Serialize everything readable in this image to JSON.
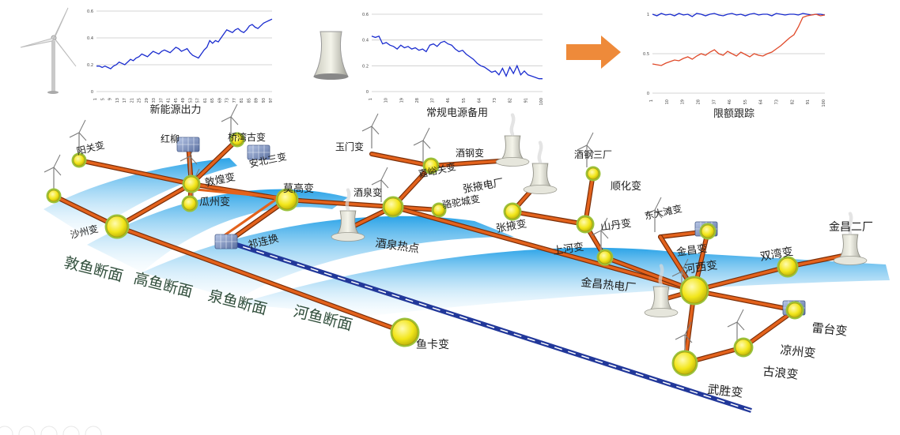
{
  "colors": {
    "line_blue": "#1a2ccf",
    "line_red": "#e04a2a",
    "arrow": "#ee8a3a",
    "tie_line": "#e3621c",
    "node": "#f2e61a",
    "node_ring": "#9bc23a",
    "section_band": "#2aa6e6",
    "rail_blue": "#22389a"
  },
  "charts": [
    {
      "title": "新能源出力",
      "chart_data": {
        "type": "line",
        "title": "新能源出力",
        "ylim": [
          0,
          0.6
        ],
        "yticks": [
          "0",
          "0.2",
          "0.4",
          "0.6"
        ],
        "xticks": [
          "1",
          "5",
          "9",
          "13",
          "17",
          "21",
          "25",
          "29",
          "33",
          "37",
          "41",
          "45",
          "49",
          "53",
          "57",
          "61",
          "65",
          "69",
          "73",
          "77",
          "81",
          "85",
          "89",
          "93",
          "97"
        ],
        "series": [
          {
            "values": [
              0.19,
              0.19,
              0.18,
              0.19,
              0.18,
              0.17,
              0.19,
              0.2,
              0.22,
              0.21,
              0.2,
              0.22,
              0.24,
              0.23,
              0.25,
              0.26,
              0.28,
              0.27,
              0.26,
              0.28,
              0.3,
              0.29,
              0.28,
              0.3,
              0.31,
              0.3,
              0.29,
              0.31,
              0.33,
              0.32,
              0.3,
              0.31,
              0.32,
              0.29,
              0.27,
              0.26,
              0.25,
              0.28,
              0.31,
              0.33,
              0.38,
              0.36,
              0.38,
              0.37,
              0.4,
              0.43,
              0.46,
              0.45,
              0.44,
              0.46,
              0.47,
              0.45,
              0.44,
              0.46,
              0.49,
              0.5,
              0.48,
              0.47,
              0.49,
              0.51,
              0.52,
              0.53,
              0.54
            ]
          }
        ]
      }
    },
    {
      "title": "常规电源备用",
      "chart_data": {
        "type": "line",
        "title": "常规电源备用",
        "ylim": [
          0,
          0.6
        ],
        "yticks": [
          "0",
          "0.2",
          "0.4",
          "0.6"
        ],
        "xticks": [
          "1",
          "10",
          "19",
          "28",
          "37",
          "46",
          "55",
          "64",
          "73",
          "82",
          "91",
          "100"
        ],
        "series": [
          {
            "values": [
              0.43,
              0.42,
              0.43,
              0.37,
              0.38,
              0.36,
              0.35,
              0.33,
              0.36,
              0.34,
              0.35,
              0.33,
              0.34,
              0.32,
              0.33,
              0.31,
              0.36,
              0.37,
              0.35,
              0.38,
              0.39,
              0.37,
              0.36,
              0.33,
              0.31,
              0.32,
              0.29,
              0.27,
              0.25,
              0.22,
              0.2,
              0.19,
              0.17,
              0.15,
              0.16,
              0.13,
              0.18,
              0.12,
              0.19,
              0.14,
              0.2,
              0.13,
              0.16,
              0.13,
              0.12,
              0.11,
              0.1,
              0.1
            ]
          }
        ]
      }
    },
    {
      "title": "限额跟踪",
      "chart_data": {
        "type": "line",
        "title": "限额跟踪",
        "ylim": [
          0,
          1
        ],
        "yticks": [
          "0",
          "0.5",
          "1"
        ],
        "xticks": [
          "1",
          "10",
          "19",
          "28",
          "37",
          "46",
          "55",
          "64",
          "73",
          "82",
          "91",
          "100"
        ],
        "series": [
          {
            "values": [
              1.0,
              0.98,
              1.01,
              0.99,
              1.0,
              0.98,
              1.01,
              0.99,
              1.0,
              0.97,
              1.01,
              1.0,
              0.98,
              1.0,
              1.01,
              0.99,
              0.98,
              1.0,
              1.01,
              0.99,
              1.0,
              0.98,
              1.0,
              1.01,
              0.99,
              1.0,
              1.0,
              0.98,
              1.01,
              1.0,
              0.99,
              1.0,
              1.0,
              0.99,
              1.01,
              1.0,
              0.99,
              1.0,
              1.0,
              0.99
            ]
          },
          {
            "values": [
              0.37,
              0.36,
              0.35,
              0.38,
              0.4,
              0.42,
              0.41,
              0.44,
              0.46,
              0.43,
              0.47,
              0.5,
              0.48,
              0.52,
              0.55,
              0.5,
              0.48,
              0.53,
              0.5,
              0.47,
              0.52,
              0.49,
              0.46,
              0.5,
              0.48,
              0.47,
              0.5,
              0.52,
              0.56,
              0.6,
              0.65,
              0.7,
              0.74,
              0.84,
              0.96,
              0.98,
              0.99,
              1.0,
              0.98,
              0.99
            ]
          }
        ]
      }
    }
  ],
  "sections": [
    "敦鱼断面",
    "高鱼断面",
    "泉鱼断面",
    "河鱼断面"
  ],
  "stations": [
    {
      "id": "s1",
      "label": "瓜州变",
      "key": "guazhou"
    },
    {
      "id": "s2",
      "label": "敦煌变",
      "key": "dunhuang"
    },
    {
      "id": "s3",
      "label": "沙州变",
      "key": "shazhou"
    },
    {
      "id": "s4",
      "label": "阳关变",
      "key": "yangguan"
    },
    {
      "id": "s5",
      "label": "红柳",
      "key": "hongliu"
    },
    {
      "id": "s6",
      "label": "桥湾古变",
      "key": "qiaowan"
    },
    {
      "id": "s7",
      "label": "安北三变",
      "key": "anbei"
    },
    {
      "id": "s8",
      "label": "莫高变",
      "key": "mogao"
    },
    {
      "id": "s9",
      "label": "祁连换",
      "key": "qilian"
    },
    {
      "id": "s10",
      "label": "玉门变",
      "key": "yumen"
    },
    {
      "id": "s11",
      "label": "嘉峪关变",
      "key": "jiayuguan"
    },
    {
      "id": "s12",
      "label": "酒钢变",
      "key": "jiugang"
    },
    {
      "id": "s13",
      "label": "酒泉变",
      "key": "jiuquan"
    },
    {
      "id": "s14",
      "label": "骆驼城变",
      "key": "luotuo"
    },
    {
      "id": "s15",
      "label": "张掖电厂",
      "key": "zhangyedc"
    },
    {
      "id": "s16",
      "label": "酒泉热点",
      "key": "jiuquanrd"
    },
    {
      "id": "s17",
      "label": "张掖变",
      "key": "zhangye"
    },
    {
      "id": "s18",
      "label": "酒钢三厂",
      "key": "jiugang3"
    },
    {
      "id": "s19",
      "label": "顺化变",
      "key": "shunhua"
    },
    {
      "id": "s20",
      "label": "山丹变",
      "key": "shandan"
    },
    {
      "id": "s21",
      "label": "上河变",
      "key": "shanghe"
    },
    {
      "id": "s22",
      "label": "东大滩变",
      "key": "dongdatan"
    },
    {
      "id": "s23",
      "label": "金昌变",
      "key": "jinchang"
    },
    {
      "id": "s24",
      "label": "河西变",
      "key": "hexi"
    },
    {
      "id": "s25",
      "label": "金昌热电厂",
      "key": "jinchangrd"
    },
    {
      "id": "s26",
      "label": "双湾变",
      "key": "shuangwan"
    },
    {
      "id": "s27",
      "label": "金昌二厂",
      "key": "jinchang2"
    },
    {
      "id": "s28",
      "label": "雷台变",
      "key": "leitai"
    },
    {
      "id": "s29",
      "label": "凉州变",
      "key": "liangzhou"
    },
    {
      "id": "s30",
      "label": "古浪变",
      "key": "gulang"
    },
    {
      "id": "s31",
      "label": "武胜变",
      "key": "wusheng"
    },
    {
      "id": "s32",
      "label": "鱼卡变",
      "key": "yuka"
    }
  ]
}
